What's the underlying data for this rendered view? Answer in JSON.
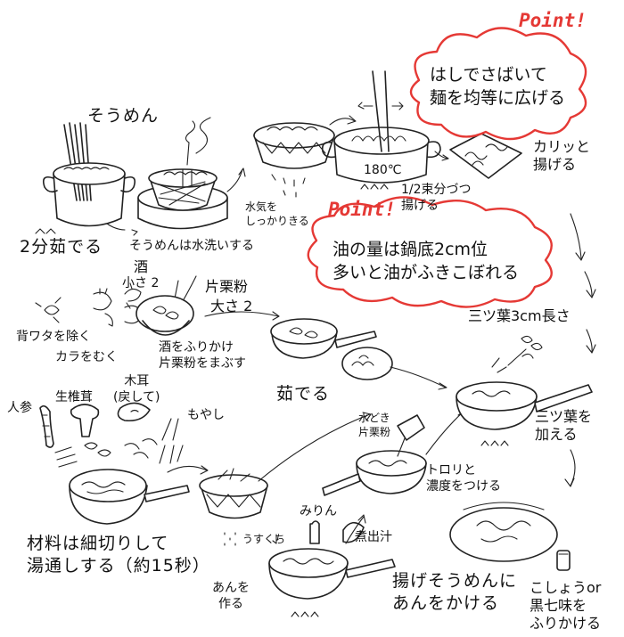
{
  "labels": {
    "somen_title": "そうめん",
    "boil_2min": "2分茹でる",
    "wash_somen": "そうめんは水洗いする",
    "drain": "水気を\nしっかりきる",
    "temp": "180℃",
    "half_bundle": "1/2束分づつ\n揚げる",
    "crispy_fry": "カリッと\n揚げる",
    "point1_tag": "Point!",
    "point1_text": "はしでさばいて\n麺を均等に広げる",
    "point2_tag": "Point!",
    "point2_text": "油の量は鍋底2cm位\n多いと油がふきこぼれる",
    "sake": "酒",
    "sake_amt": "小さ 2",
    "katakuri": "片栗粉",
    "katakuri_amt": "大さ 2",
    "devein": "背ワタを除く",
    "peel": "カラをむく",
    "sake_coat": "酒をふりかけ\n片栗粉をまぶす",
    "boil2": "茹でる",
    "mitsuba_3cm": "三ツ葉3cm長さ",
    "carrot": "人参",
    "shiitake": "生椎茸",
    "kikurage": "木耳\n(戻して)",
    "moyashi": "もやし",
    "cut_blanch": "材料は細切りして\n湯通しする（約15秒）",
    "mizutoki": "水どき\n片栗粉",
    "thicken": "トロリと\n濃度をつける",
    "add_mitsuba": "三ツ葉を\n加える",
    "mirin": "みりん",
    "usukuchi": "うすくち",
    "dashi": "煮出汁",
    "make_an": "あんを\n作る",
    "pour_an": "揚げそうめんに\nあんをかける",
    "pepper": "こしょうor\n黒七味を\nふりかける"
  }
}
